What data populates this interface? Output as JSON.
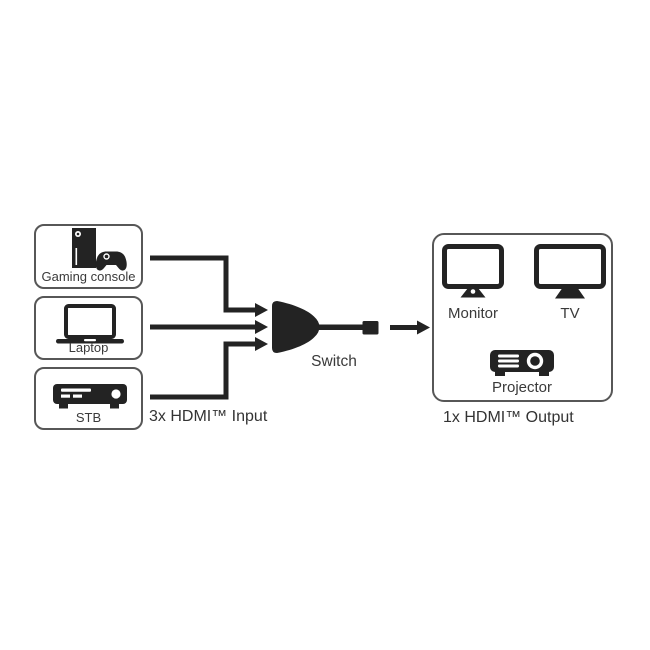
{
  "colors": {
    "ink": "#232323",
    "border": "#575757",
    "text": "#3a3a3a",
    "bg": "#ffffff"
  },
  "inputs": {
    "caption": "3x HDMI™ Input",
    "devices": [
      {
        "label": "Gaming console",
        "icon": "gaming-console-icon"
      },
      {
        "label": "Laptop",
        "icon": "laptop-icon"
      },
      {
        "label": "STB",
        "icon": "stb-icon"
      }
    ]
  },
  "switch_unit": {
    "label": "Switch"
  },
  "outputs": {
    "caption": "1x HDMI™ Output",
    "devices": [
      {
        "label": "Monitor",
        "icon": "monitor-icon"
      },
      {
        "label": "TV",
        "icon": "tv-icon"
      },
      {
        "label": "Projector",
        "icon": "projector-icon"
      }
    ]
  }
}
